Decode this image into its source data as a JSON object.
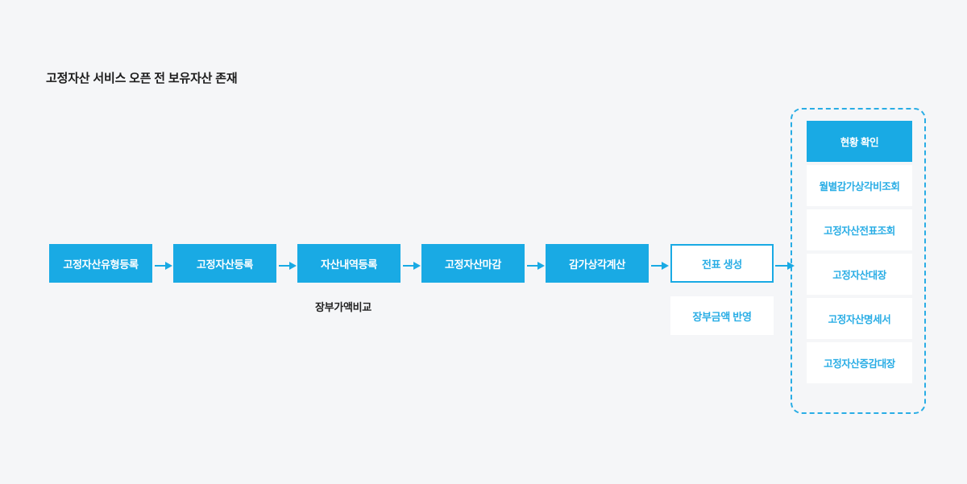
{
  "page": {
    "title": "고정자산 서비스 오픈 전 보유자산 존재",
    "background_color": "#f5f6f8",
    "accent_color": "#19aae4"
  },
  "flow": {
    "steps": [
      {
        "label": "고정자산유형등록",
        "style": "filled"
      },
      {
        "label": "고정자산등록",
        "style": "filled"
      },
      {
        "label": "자산내역등록",
        "style": "filled"
      },
      {
        "label": "고정자산마감",
        "style": "filled"
      },
      {
        "label": "감가상각계산",
        "style": "filled"
      },
      {
        "label": "전표 생성",
        "style": "outlined"
      }
    ],
    "captions": [
      {
        "label": "장부가액비교",
        "under": "자산내역등록"
      }
    ],
    "sub_box": {
      "label": "장부금액 반영",
      "under": "전표 생성"
    }
  },
  "panel": {
    "items": [
      {
        "label": "현황 확인",
        "style": "header"
      },
      {
        "label": "월별감가상각비조회",
        "style": "plain"
      },
      {
        "label": "고정자산전표조회",
        "style": "plain"
      },
      {
        "label": "고정자산대장",
        "style": "plain"
      },
      {
        "label": "고정자산명세서",
        "style": "plain"
      },
      {
        "label": "고정자산증감대장",
        "style": "plain"
      }
    ]
  }
}
